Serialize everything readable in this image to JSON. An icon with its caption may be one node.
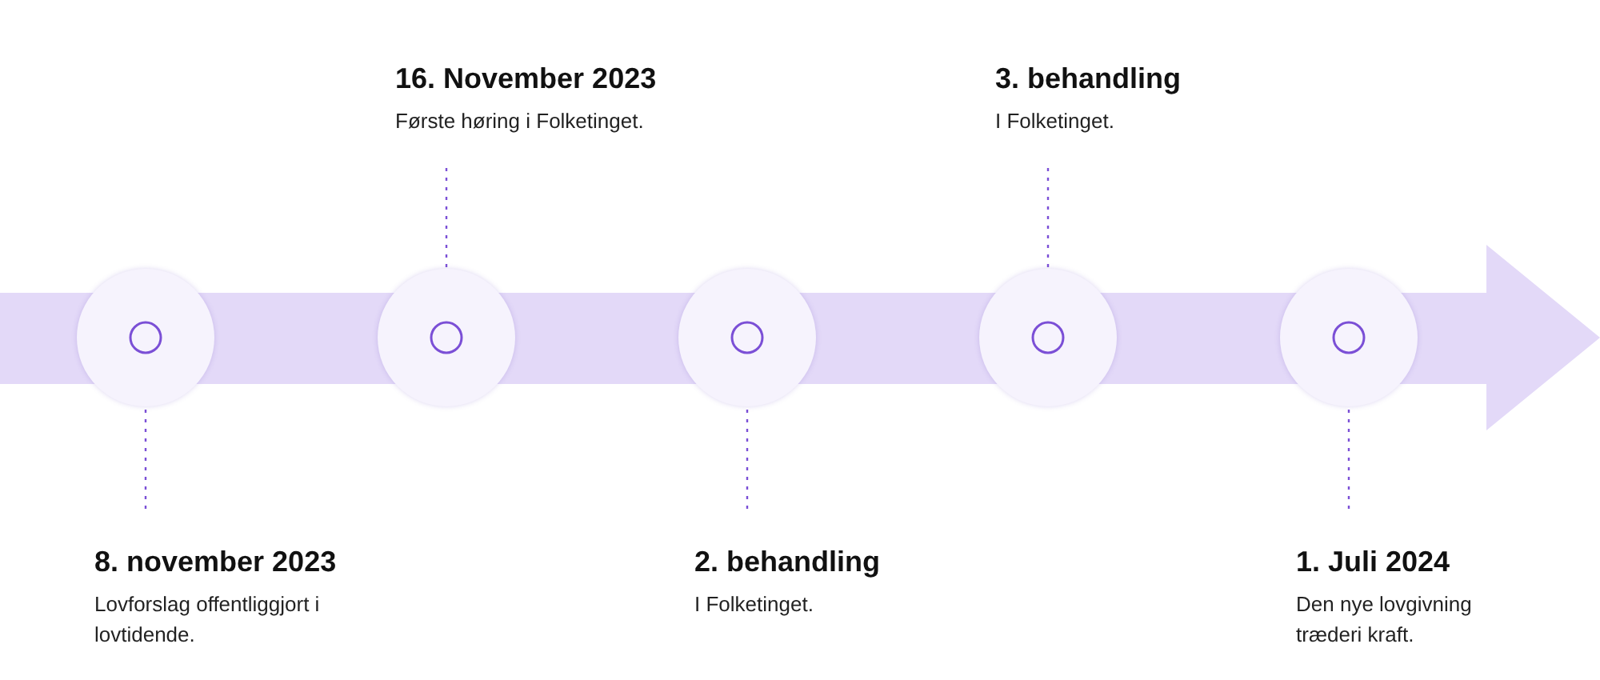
{
  "diagram": {
    "nodes": [
      {
        "text": [
          "16. November 2023",
          "Første høring i Folketinget."
        ]
      },
      {
        "text": [
          "3. behandling",
          "I Folketinget."
        ]
      },
      {
        "text": [],
        "shape": "circle"
      },
      {
        "text": [],
        "shape": "circle"
      },
      {
        "text": [],
        "shape": "circle"
      },
      {
        "text": [],
        "shape": "circle"
      },
      {
        "text": [],
        "shape": "circle"
      },
      {
        "text": [
          "8. november 2023",
          "Lovforslag offentliggjort i lovtidende."
        ]
      },
      {
        "text": [
          "2. behandling",
          "I Folketinget."
        ]
      },
      {
        "text": [
          "1. Juli 2024",
          "Den nye lovgivning træderi kraft."
        ]
      }
    ],
    "edges": [
      {
        "from": 7,
        "to": 2,
        "arrow": "none",
        "style": "dashed"
      },
      {
        "from": 0,
        "to": 3,
        "arrow": "none",
        "style": "dashed"
      },
      {
        "from": 8,
        "to": 4,
        "arrow": "none",
        "style": "dashed"
      },
      {
        "from": 1,
        "to": 5,
        "arrow": "none",
        "style": "dashed"
      },
      {
        "from": 9,
        "to": 6,
        "arrow": "none",
        "style": "dashed"
      }
    ]
  }
}
